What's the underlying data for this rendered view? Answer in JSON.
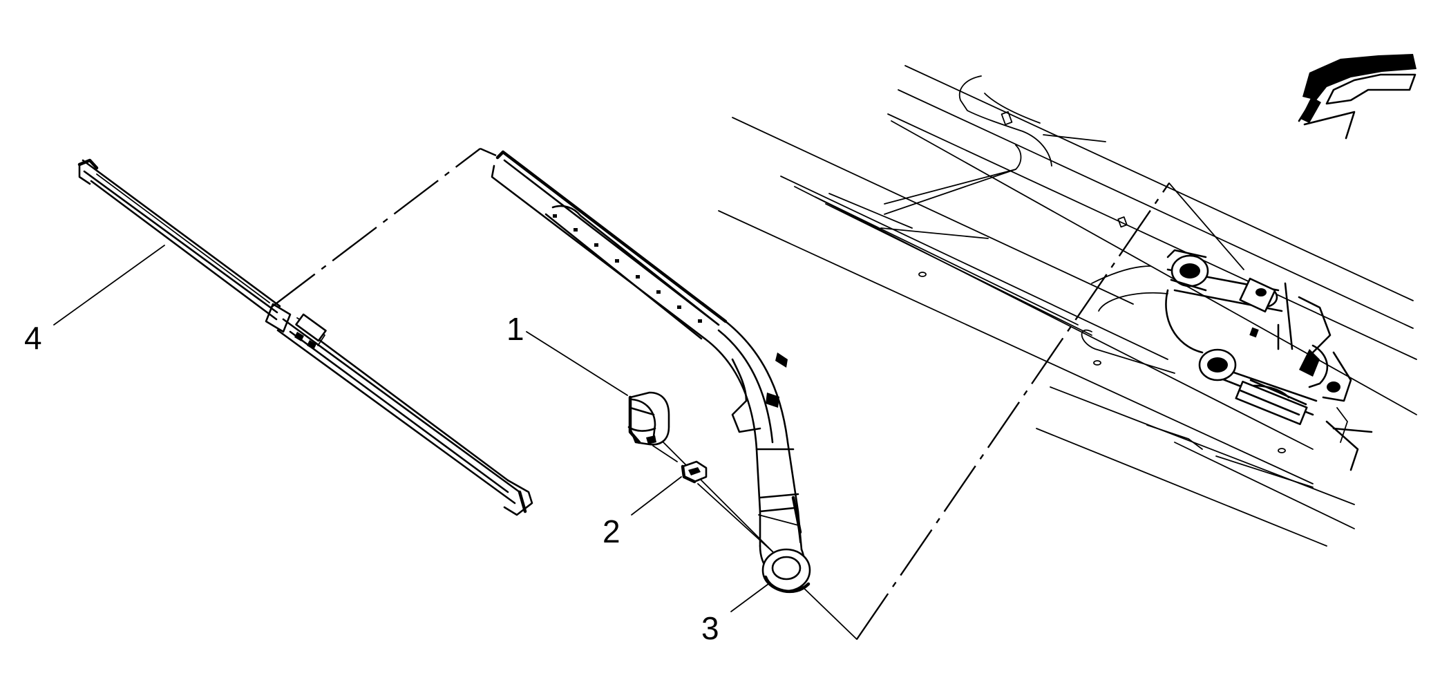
{
  "callouts": [
    {
      "id": "1",
      "text": "1"
    },
    {
      "id": "2",
      "text": "2"
    },
    {
      "id": "3",
      "text": "3"
    },
    {
      "id": "4",
      "text": "4"
    }
  ],
  "parts": [
    {
      "callout": "1",
      "icon": "wiper-arm-cap-icon"
    },
    {
      "callout": "2",
      "icon": "wiper-arm-nut-icon"
    },
    {
      "callout": "3",
      "icon": "wiper-arm-icon"
    },
    {
      "callout": "4",
      "icon": "wiper-blade-icon"
    }
  ],
  "indicators": {
    "view_arrow": "direction-arrow-icon"
  },
  "colors": {
    "line": "#000000",
    "background": "#ffffff"
  }
}
